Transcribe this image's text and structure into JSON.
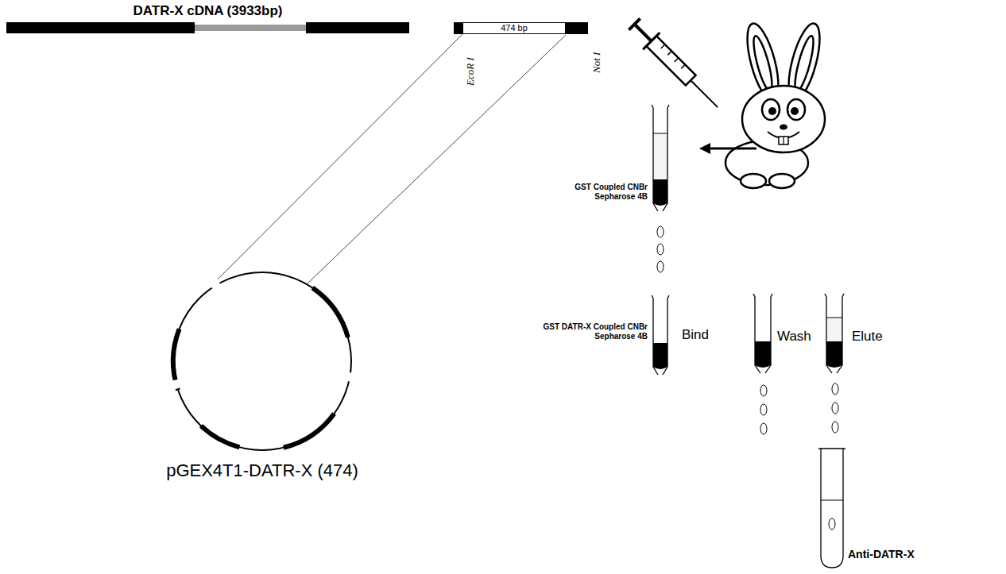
{
  "diagram": {
    "title": "DATR-X cDNA (3933bp)",
    "nodes": [
      {
        "text": [
          "474 bp"
        ]
      },
      {
        "text": [
          "pGEX4T1-DATR-X (474)"
        ]
      },
      {
        "text": [
          "GST Coupled CNBr Sepharose 4B"
        ]
      },
      {
        "text": [
          "GST DATR-X Coupled CNBr Sepharose 4B",
          "Bind"
        ]
      },
      {
        "text": [
          "Wash"
        ]
      },
      {
        "text": [
          "Elute"
        ]
      },
      {
        "text": [
          "Anti-DATR-X"
        ]
      }
    ],
    "edges": [
      {
        "from": 0,
        "to": 1,
        "arrow": "none"
      }
    ],
    "labels": [
      "EcoR I",
      "Not I"
    ]
  }
}
